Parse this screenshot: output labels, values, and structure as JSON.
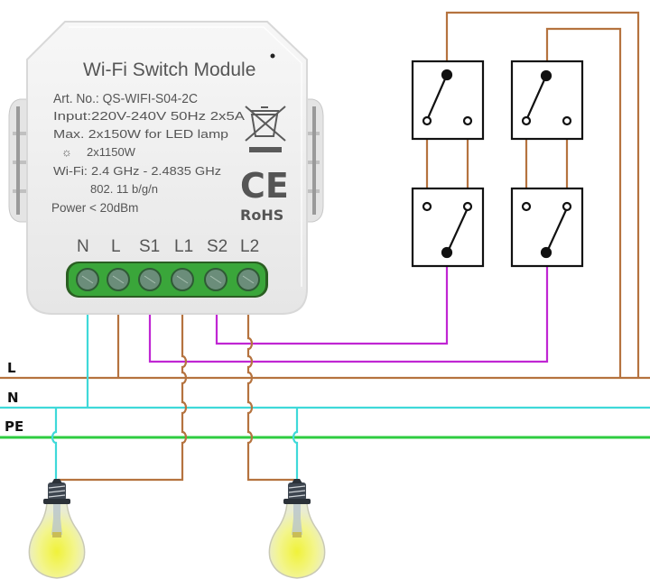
{
  "module": {
    "title": "Wi-Fi Switch Module",
    "art_no": "Art. No.: QS-WIFI-S04-2C",
    "input": "Input:220V-240V 50Hz 2x5A",
    "max_led": "Max. 2x150W for LED lamp",
    "max_incandescent": "2x1150W",
    "wifi": "Wi-Fi: 2.4 GHz - 2.4835 GHz",
    "standard": "802. 11 b/g/n",
    "power": "Power < 20dBm",
    "ce_mark": "CE",
    "rohs": "RoHS",
    "terminals": [
      "N",
      "L",
      "S1",
      "L1",
      "S2",
      "L2"
    ]
  },
  "bus_labels": {
    "live": "L",
    "neutral": "N",
    "earth": "PE"
  },
  "colors": {
    "live": "#b5733f",
    "neutral": "#3fd9d9",
    "earth": "#2ecc40",
    "switch_signal": "#c026d3",
    "terminal_block": "#3aa63a",
    "module_body": "#f2f2f2",
    "bulb_glass": "#f3f56a"
  },
  "switches": [
    "switch-1-top",
    "switch-1-bottom",
    "switch-2-top",
    "switch-2-bottom"
  ],
  "lamps": [
    "lamp-1",
    "lamp-2"
  ]
}
